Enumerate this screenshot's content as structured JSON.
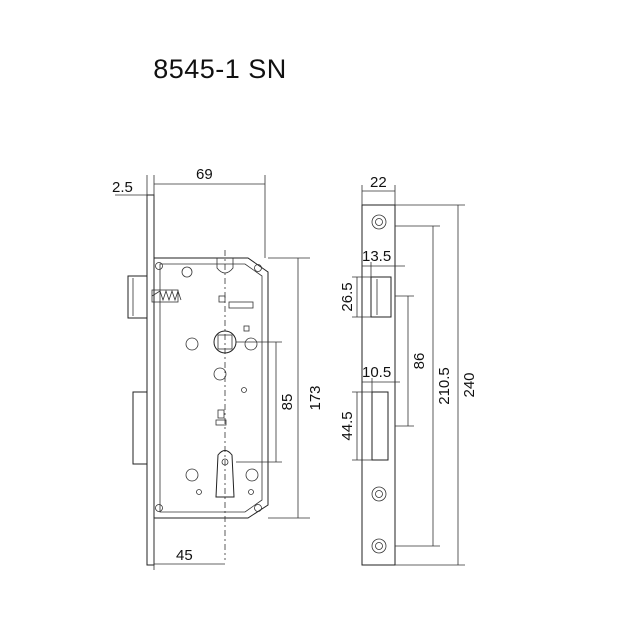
{
  "title": "8545-1 SN",
  "dimensions": {
    "faceplate_thickness": "2.5",
    "backset_width": "69",
    "backset": "45",
    "case_height": "173",
    "center_distance": "85",
    "faceplate_width": "22",
    "latch_width": "13.5",
    "latch_height": "26.5",
    "bolt_width": "10.5",
    "bolt_height": "44.5",
    "screw_spacing": "86",
    "faceplate_screw_span": "210.5",
    "faceplate_length": "240"
  }
}
